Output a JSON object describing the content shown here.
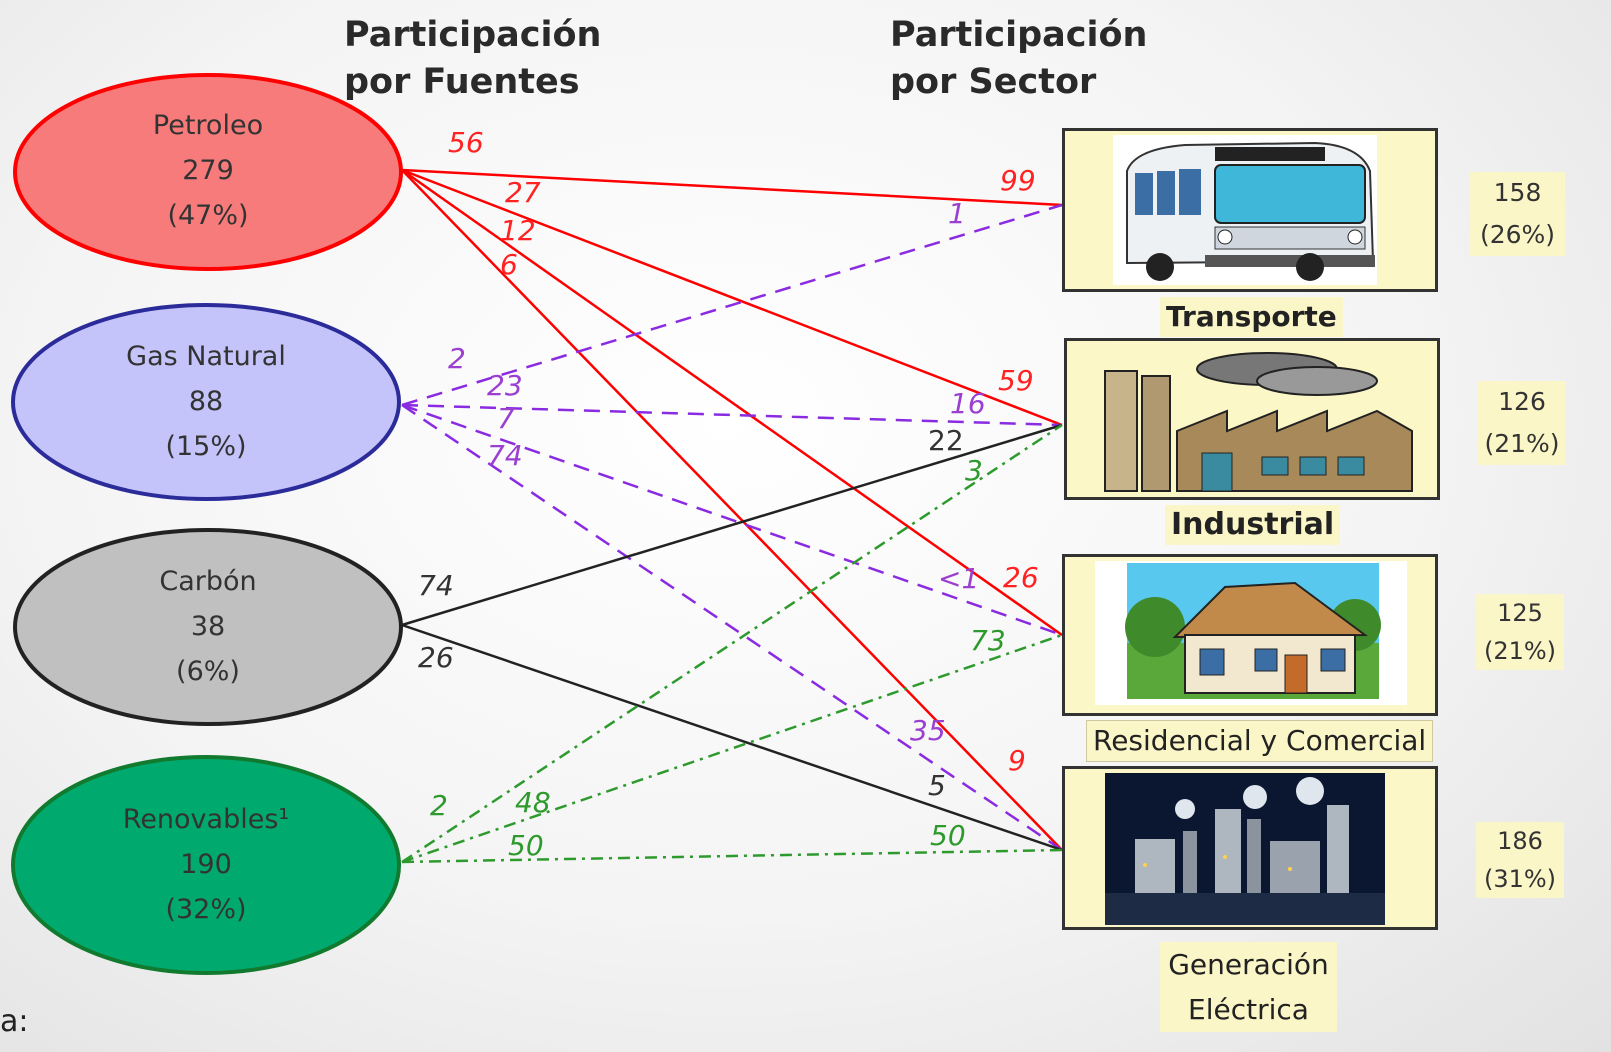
{
  "headers": {
    "sources_line1": "Participación",
    "sources_line2": "por Fuentes",
    "sectors_line1": "Participación",
    "sectors_line2": "por Sector"
  },
  "colors": {
    "petroleo": "#ff0000",
    "gas": "#8a2be2",
    "carbon": "#222222",
    "renovables": "#2e9a2e",
    "box_fill": "#fcf7c6"
  },
  "sources": [
    {
      "name": "Petroleo",
      "value": "279",
      "share": "(47%)"
    },
    {
      "name": "Gas Natural",
      "value": "88",
      "share": "(15%)"
    },
    {
      "name": "Carbón",
      "value": "38",
      "share": "(6%)"
    },
    {
      "name": "Renovables¹",
      "value": "190",
      "share": "(32%)"
    }
  ],
  "sectors": [
    {
      "name": "Transporte",
      "total": "158",
      "share": "(26%)",
      "icon": "bus-icon"
    },
    {
      "name": "Industrial",
      "total": "126",
      "share": "(21%)",
      "icon": "factory-icon"
    },
    {
      "name": "Residencial y Comercial",
      "total": "125",
      "share": "(21%)",
      "icon": "house-icon"
    },
    {
      "name_line1": "Generación",
      "name_line2": "Eléctrica",
      "total": "186",
      "share": "(31%)",
      "icon": "power-plant-icon"
    }
  ],
  "flows": {
    "petroleo": [
      "56",
      "27",
      "12",
      "6",
      "99",
      "59",
      "26",
      "9"
    ],
    "gas": [
      "2",
      "23",
      "7",
      "74",
      "1",
      "16",
      "<1",
      "35"
    ],
    "carbon": [
      "74",
      "26",
      "22",
      "5"
    ],
    "renovables": [
      "2",
      "48",
      "50",
      "3",
      "73",
      "50"
    ]
  },
  "footnote": "a:"
}
